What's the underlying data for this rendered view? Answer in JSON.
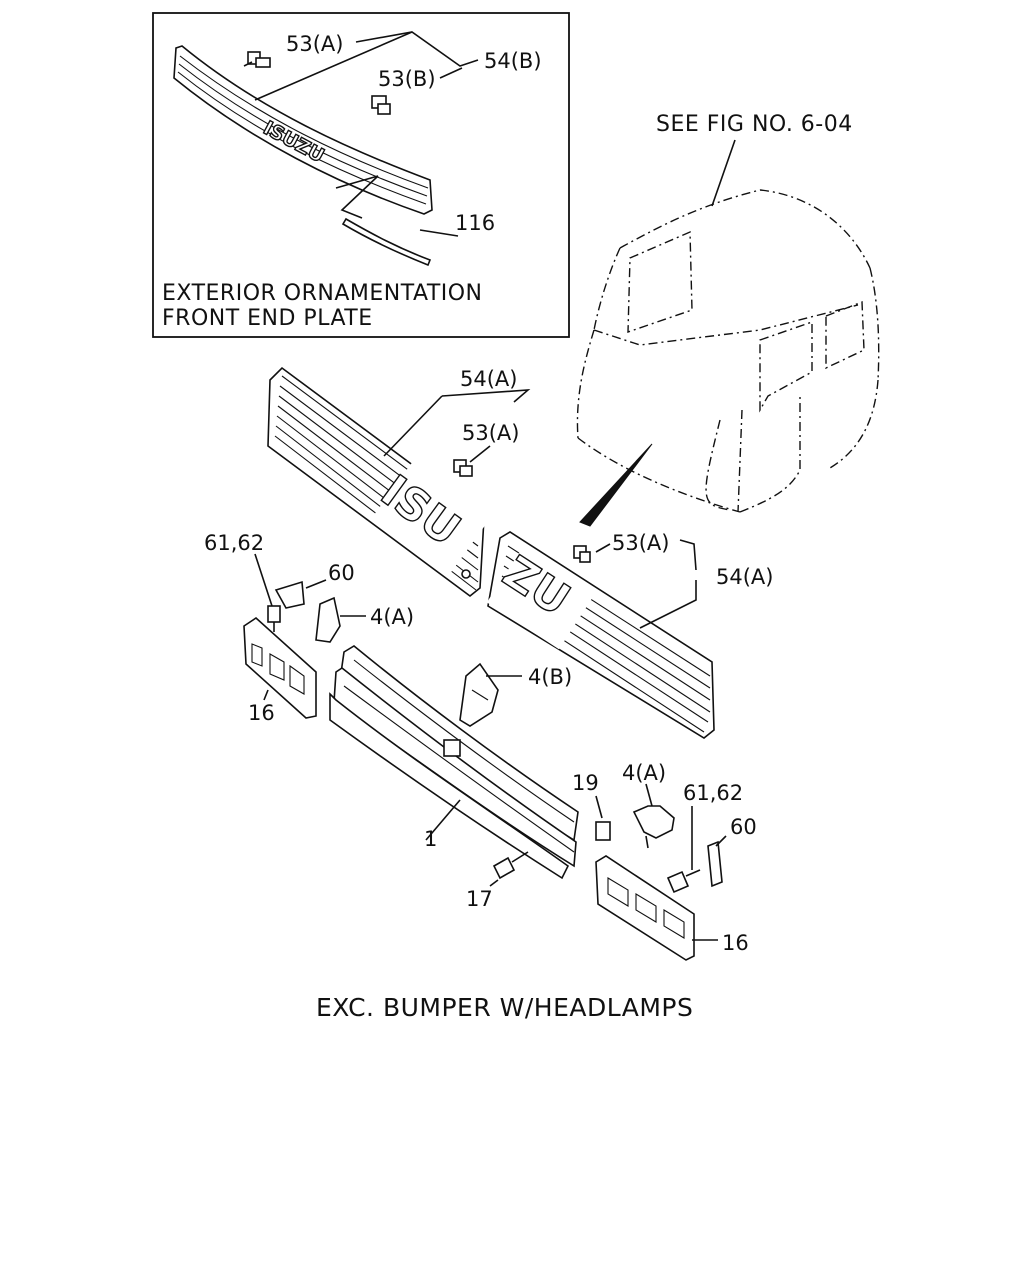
{
  "inset": {
    "title_line1": "EXTERIOR ORNAMENTATION",
    "title_line2": "FRONT END PLATE",
    "labels": {
      "p53a": "53(A)",
      "p54b": "54(B)",
      "p53b": "53(B)",
      "p116": "116"
    },
    "logo_text": "ISUZU"
  },
  "cab_reference": "SEE FIG NO. 6-04",
  "labels": {
    "grille_left_54a": "54(A)",
    "grille_left_53a": "53(A)",
    "grille_right_53a": "53(A)",
    "grille_right_54a": "54(A)",
    "left_6162": "61,62",
    "left_60": "60",
    "left_4a": "4(A)",
    "left_16": "16",
    "center_4b": "4(B)",
    "center_1": "1",
    "center_17": "17",
    "right_19": "19",
    "right_4a": "4(A)",
    "right_6162": "61,62",
    "right_60": "60",
    "right_16": "16"
  },
  "logos": {
    "left_grille": "ISU",
    "right_grille": "ZU"
  },
  "caption": "EXC. BUMPER W/HEADLAMPS"
}
